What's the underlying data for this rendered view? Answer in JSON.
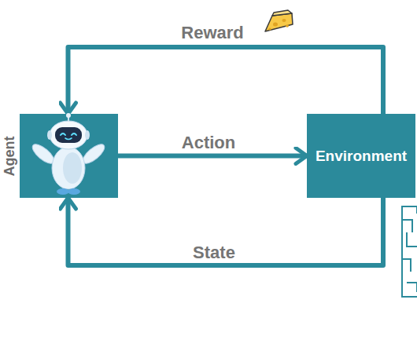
{
  "diagram": {
    "nodes": [
      {
        "text": [
          "Agent"
        ]
      },
      {
        "text": [
          "Environment"
        ]
      }
    ],
    "edges": [
      {
        "from": 0,
        "to": 1,
        "label": "Action",
        "arrow": "to"
      },
      {
        "from": 1,
        "to": 0,
        "label": "Reward",
        "arrow": "to"
      },
      {
        "from": 1,
        "to": 0,
        "label": "State",
        "arrow": "to"
      }
    ]
  }
}
